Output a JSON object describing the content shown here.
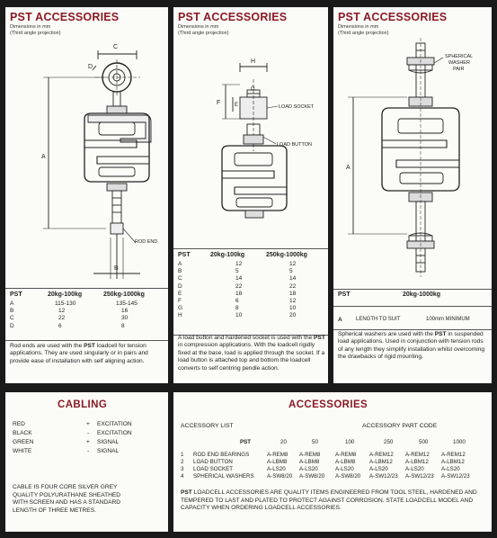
{
  "panel1": {
    "title": "PST ACCESSORIES",
    "subtitle_line1": "Dimensions in mm",
    "subtitle_line2": "(Third angle projection)",
    "dim_labels": {
      "c": "C",
      "d": "D",
      "a": "A",
      "b": "B"
    },
    "part_label": "ROD END",
    "table": {
      "header": [
        "PST",
        "20kg-100kg",
        "250kg-1000kg"
      ],
      "rows": [
        [
          "A",
          "115-130",
          "135-145"
        ],
        [
          "B",
          "12",
          "16"
        ],
        [
          "C",
          "22",
          "30"
        ],
        [
          "D",
          "6",
          "8"
        ]
      ]
    },
    "desc_pre": "Rod ends are used with the ",
    "desc_bold": "PST",
    "desc_post": " loadcell for tension applications. They are used singularly or in pairs and provide ease of installation with self aligning action."
  },
  "panel2": {
    "title": "PST ACCESSORIES",
    "subtitle_line1": "Dimensions in mm",
    "subtitle_line2": "(Third angle projection)",
    "dim_labels": {
      "h": "H",
      "g": "G",
      "f": "F",
      "e": "E"
    },
    "part_label_1": "LOAD SOCKET",
    "part_label_2": "LOAD BUTTON",
    "table": {
      "header": [
        "PST",
        "20kg-100kg",
        "250kg-1000kg"
      ],
      "rows": [
        [
          "A",
          "",
          "12"
        ],
        [
          "B",
          "",
          "5"
        ],
        [
          "C",
          "",
          "14"
        ],
        [
          "D",
          "",
          "22"
        ],
        [
          "E",
          "",
          "18"
        ],
        [
          "F",
          "",
          "12"
        ],
        [
          "G",
          "",
          "10"
        ],
        [
          "H",
          "",
          "20"
        ]
      ],
      "col2": [
        "12",
        "5",
        "14",
        "22",
        "18",
        "6",
        "8",
        "10"
      ]
    },
    "desc_pre": "A load button and hardened socket is used with the ",
    "desc_bold": "PST",
    "desc_post": " in compression applications. With the loadcell rigidly fixed at the base, load is applied through the socket. If a load button is attached top and bottom the loadcell converts to self centring pendle action."
  },
  "panel3": {
    "title": "PST ACCESSORIES",
    "subtitle_line1": "Dimensions in mm",
    "subtitle_line2": "(Third angle projection)",
    "dim_labels": {
      "a": "A"
    },
    "part_label_1": "SPHERICAL",
    "part_label_2": "WASHER",
    "part_label_3": "PAIR",
    "table": {
      "header": [
        "PST",
        "20kg-1000kg"
      ],
      "row": [
        "A",
        "LENGTH TO SUIT",
        "100mm MINIMUM"
      ]
    },
    "desc_pre": "Spherical washers are used with the ",
    "desc_bold": "PST",
    "desc_post": " in suspended load applications. Used in conjunction with tension rods of any length they simplify installation whilst overcoming the drawbacks of rigid mounting."
  },
  "cabling": {
    "title": "CABLING",
    "wires": [
      {
        "color": "RED",
        "sign": "+",
        "function": "EXCITATION"
      },
      {
        "color": "BLACK",
        "sign": "-",
        "function": "EXCITATION"
      },
      {
        "color": "GREEN",
        "sign": "+",
        "function": "SIGNAL"
      },
      {
        "color": "WHITE",
        "sign": "-",
        "function": "SIGNAL"
      }
    ],
    "note": "CABLE IS FOUR CORE SILVER GREY QUALITY POLYURATHANE SHEATHED WITH SCREEN AND HAS A STANDARD LENGTH OF THREE METRES."
  },
  "accessories": {
    "title": "ACCESSORIES",
    "list_label": "ACCESSORY LIST",
    "code_label": "ACCESSORY PART CODE",
    "pst_label": "PST",
    "capacities": [
      "20",
      "50",
      "100",
      "250",
      "500",
      "1000"
    ],
    "items": [
      {
        "num": "1",
        "name": "ROD END BEARINGS",
        "codes": [
          "A-REM8",
          "A-REM8",
          "A-REM8",
          "A-REM12",
          "A-REM12",
          "A-REM12"
        ]
      },
      {
        "num": "2",
        "name": "LOAD BUTTON",
        "codes": [
          "A-LBM8",
          "A-LBM8",
          "A-LBM8",
          "A-LBM12",
          "A-LBM12",
          "A-LBM12"
        ]
      },
      {
        "num": "3",
        "name": "LOAD SOCKET",
        "codes": [
          "A-LS20",
          "A-LS20",
          "A-LS20",
          "A-LS20",
          "A-LS20",
          "A-LS20"
        ]
      },
      {
        "num": "4",
        "name": "SPHERICAL WASHERS",
        "codes": [
          "A-SW8/20",
          "A-SW8/20",
          "A-SW8/20",
          "A-SW12/23",
          "A-SW12/23",
          "A-SW12/23"
        ]
      }
    ],
    "note_bold": "PST",
    "note_text": " LOADCELL ACCESSORIES ARE QUALITY ITEMS ENGINEERED FROM TOOL STEEL, HARDENED AND TEMPERED TO LAST AND PLATED TO PROTECT AGAINST CORROSION. STATE LOADCELL MODEL AND CAPACITY WHEN ORDERING LOADCELL ACCESSORIES."
  }
}
